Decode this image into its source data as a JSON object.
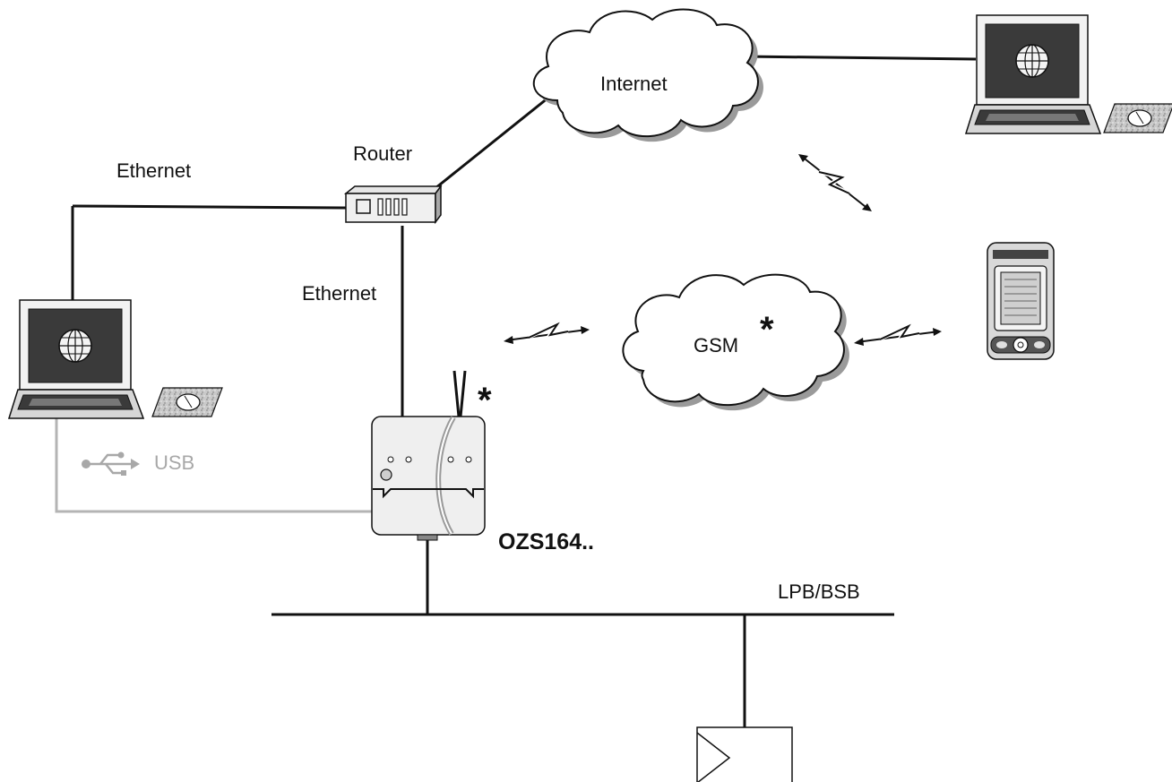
{
  "labels": {
    "internet": "Internet",
    "router": "Router",
    "ethernet_left": "Ethernet",
    "ethernet_vertical": "Ethernet",
    "gsm": "GSM",
    "usb": "USB",
    "device": "OZS164..",
    "bus": "LPB/BSB",
    "gsm_asterisk": "*",
    "device_asterisk": "*"
  },
  "colors": {
    "line": "#111111",
    "usb_line": "#b4b4b4",
    "cloud_shadow": "#9a9a9a",
    "screen": "#3a3a3a"
  },
  "icons": {
    "laptop": "laptop-icon",
    "globe": "globe-icon",
    "mouse": "mouse-icon",
    "router": "router-icon",
    "cloud": "cloud-icon",
    "phone": "mobile-phone-icon",
    "gateway": "gateway-device-icon",
    "usb": "usb-icon",
    "controller": "controller-icon",
    "wireless": "wireless-link-icon"
  }
}
